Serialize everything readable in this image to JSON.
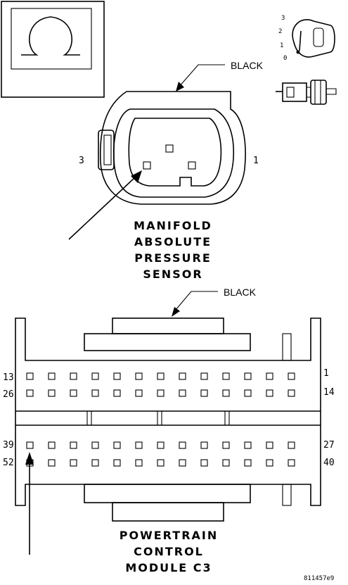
{
  "symbol": {
    "glyph": "Ω"
  },
  "key_positions": [
    "3",
    "2",
    "1",
    "0"
  ],
  "map_sensor": {
    "color_label": "BLACK",
    "pin_left": "3",
    "pin_right": "1",
    "title_lines": [
      "MANIFOLD",
      "ABSOLUTE",
      "PRESSURE",
      "SENSOR"
    ]
  },
  "pcm": {
    "color_label": "BLACK",
    "row_labels_left": [
      "13",
      "26",
      "39",
      "52"
    ],
    "row_labels_right": [
      "1",
      "14",
      "27",
      "40"
    ],
    "title_lines": [
      "POWERTRAIN",
      "CONTROL",
      "MODULE C3"
    ],
    "cavities_per_row": 13
  },
  "figure_id": "811457e9"
}
